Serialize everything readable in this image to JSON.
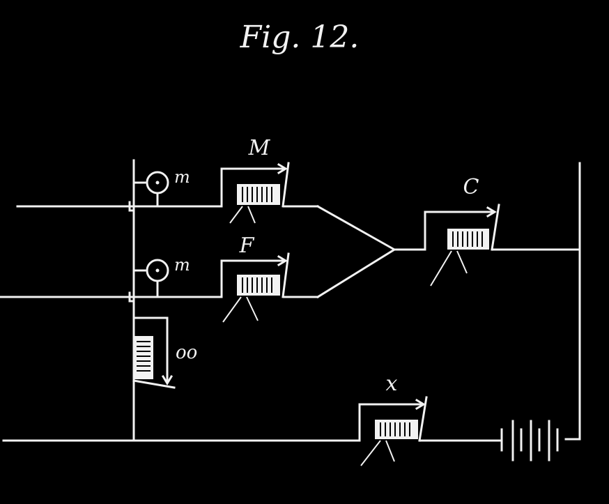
{
  "figure": {
    "title": "Fig. 12.",
    "background": "#000000",
    "ink": "#f2f2f2"
  },
  "labels": {
    "relay_m": "M",
    "relay_f": "F",
    "relay_c": "C",
    "relay_x": "x",
    "coil_oo": "oo",
    "magnet_upper": "m",
    "magnet_lower": "m"
  },
  "components": {
    "relays": [
      "relay-M",
      "relay-F",
      "relay-C",
      "relay-x"
    ],
    "magnets": [
      "magnet-upper",
      "magnet-lower"
    ],
    "coil": "coil-oo",
    "battery": "battery"
  }
}
